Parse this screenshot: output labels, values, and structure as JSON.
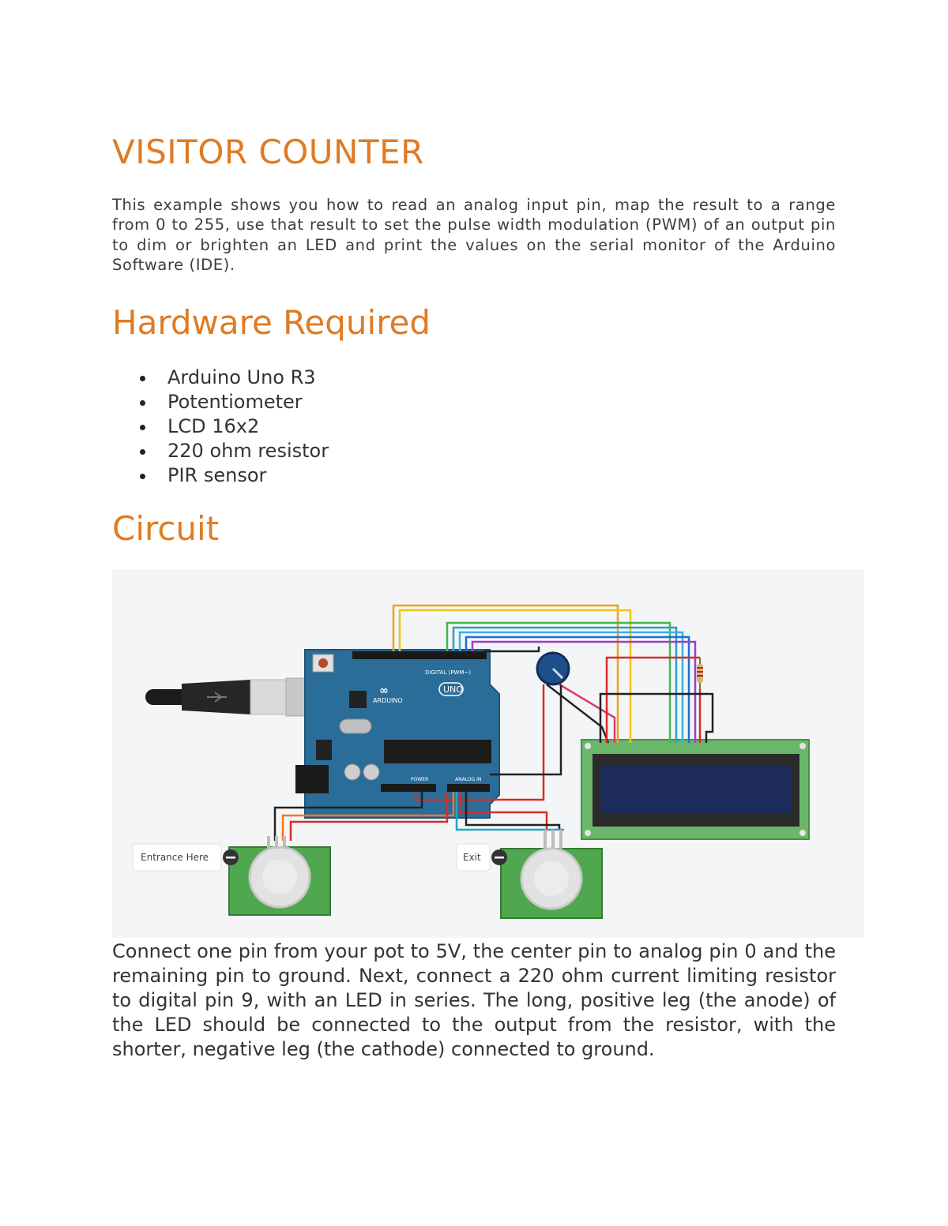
{
  "doc": {
    "title": "VISITOR COUNTER",
    "intro": "This example shows you how to read an analog input pin, map the result to a range from 0 to 255, use that result to set the pulse width modulation (PWM) of an output pin to dim or brighten an LED and print the values on the serial monitor of the Arduino Software (IDE).",
    "hardware_heading": "Hardware Required",
    "hardware": [
      "Arduino Uno R3",
      "Potentiometer",
      "LCD 16x2",
      "220 ohm resistor",
      "PIR sensor"
    ],
    "circuit_heading": "Circuit",
    "description": "Connect one pin from your pot to 5V, the center pin to analog pin 0 and the remaining pin to ground. Next, connect a 220 ohm current limiting resistor to digital pin 9, with an LED in series. The long, positive leg (the anode) of the LED should be connected to the output from the resistor, with the shorter, negative leg (the cathode) connected to ground."
  },
  "diagram": {
    "board_logo": "ARDUINO",
    "board_model": "UNO",
    "digital_label": "DIGITAL (PWM~)",
    "power_label": "POWER",
    "analog_label": "ANALOG IN",
    "entrance_label": "Entrance Here",
    "exit_label": "Exit"
  }
}
